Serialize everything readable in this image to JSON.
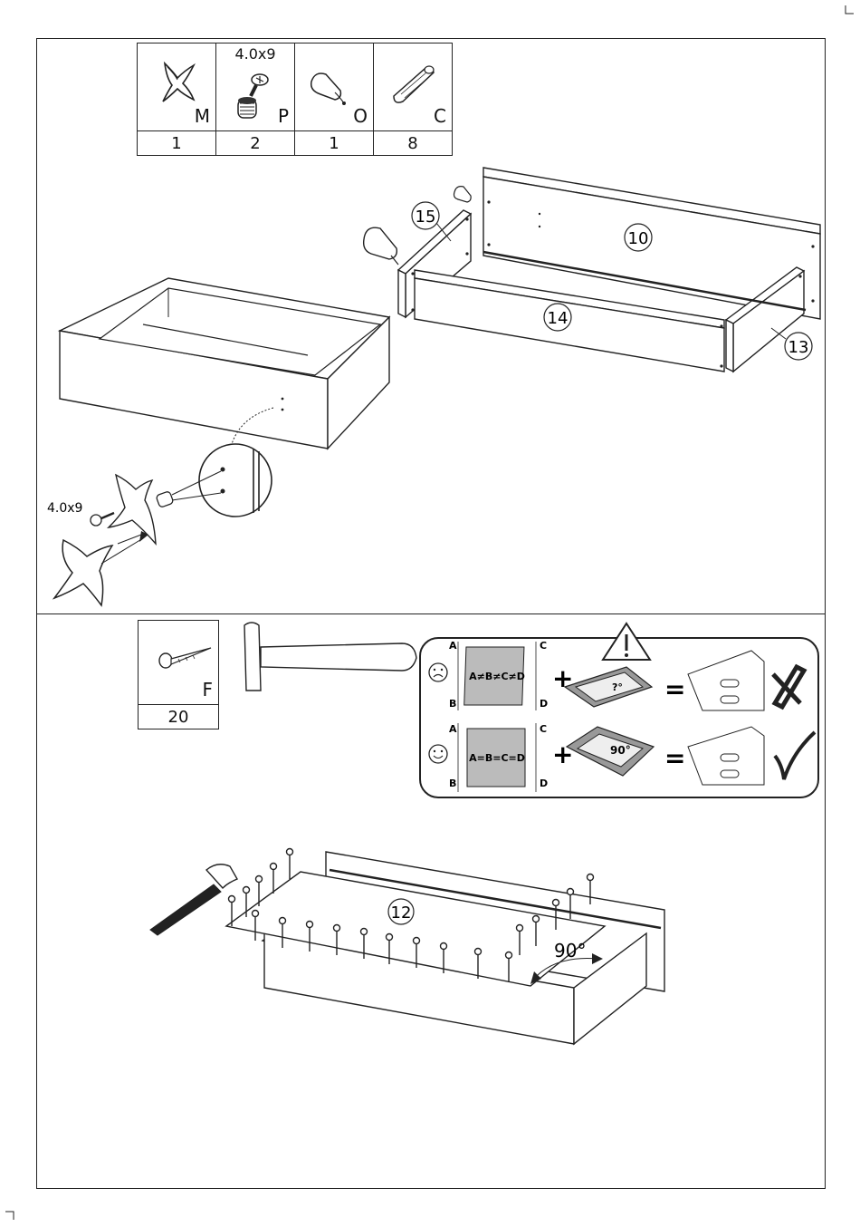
{
  "step1": {
    "hardware": [
      {
        "letter": "M",
        "qty": "1",
        "spec": "",
        "icon": "star-leg-icon"
      },
      {
        "letter": "P",
        "qty": "2",
        "spec": "4.0x9",
        "icon": "screw-with-insert-icon"
      },
      {
        "letter": "O",
        "qty": "1",
        "spec": "",
        "icon": "plug-knob-icon"
      },
      {
        "letter": "C",
        "qty": "8",
        "spec": "",
        "icon": "wooden-dowel-icon"
      }
    ],
    "part_labels": {
      "front": "10",
      "back": "10",
      "left_side": "15",
      "bottom_side": "14",
      "right_side": "13"
    },
    "screw_callout": "4.0x9"
  },
  "step2": {
    "hardware": [
      {
        "letter": "F",
        "qty": "20",
        "icon": "nail-icon"
      }
    ],
    "check": {
      "bad": {
        "corners": [
          "A",
          "B",
          "C",
          "D"
        ],
        "formula": "A≠B≠C≠D",
        "angle": "?°",
        "result_icon": "cross-mark-icon"
      },
      "good": {
        "corners": [
          "A",
          "B",
          "C",
          "D"
        ],
        "formula": "A=B=C=D",
        "angle": "90°",
        "result_icon": "check-mark-icon"
      },
      "plus": "+",
      "equals": "="
    },
    "panel_label": "12",
    "angle_label": "90°"
  }
}
